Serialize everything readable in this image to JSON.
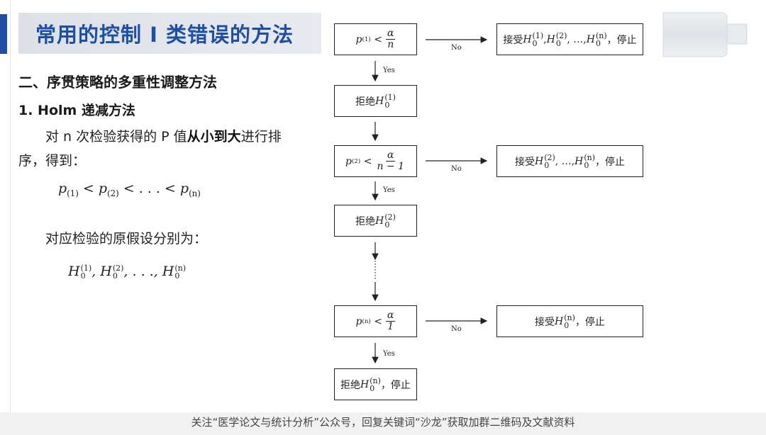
{
  "title": "常用的控制 I 类错误的方法",
  "colors": {
    "accent": "#1f4fa3",
    "banner": "#e3e6ea"
  },
  "section": "二、序贯策略的多重性调整方法",
  "subsection": "1. Holm 递减方法",
  "para1_pre": "对 n 次检验获得的 P 值",
  "para1_bold": "从小到大",
  "para1_post": "进行排序，得到：",
  "para2": "对应检验的原假设分别为：",
  "flowchart": {
    "no_label": "No",
    "yes_label": "Yes",
    "cond1_den": "n",
    "cond2_den": "n − 1",
    "cond3_den": "1",
    "accept_prefix": "接受",
    "reject_prefix": "拒绝",
    "stop_suffix": "，停止",
    "ellipsis": "..."
  },
  "footer": "关注“医学论文与统计分析”公众号，回复关键词“沙龙”获取加群二维码及文献资料"
}
